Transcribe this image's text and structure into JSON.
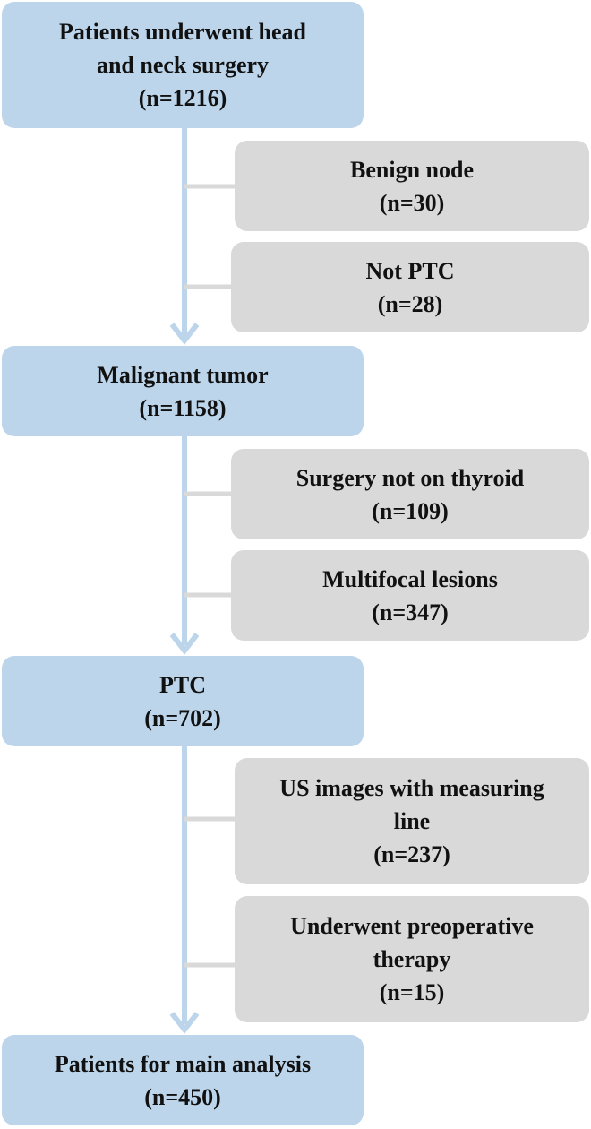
{
  "colors": {
    "main_box": "#bcd5eb",
    "exclusion_box": "#d9d9d9",
    "connector": "#bcd5eb",
    "text": "#111111"
  },
  "stages": [
    {
      "lines": [
        "Patients underwent head",
        "and neck surgery"
      ],
      "count": "(n=1216)"
    },
    {
      "lines": [
        "Malignant tumor"
      ],
      "count": "(n=1158)"
    },
    {
      "lines": [
        "PTC"
      ],
      "count": "(n=702)"
    },
    {
      "lines": [
        "Patients for main analysis"
      ],
      "count": "(n=450)"
    }
  ],
  "exclusions": [
    {
      "lines": [
        "Benign node"
      ],
      "count": "(n=30)"
    },
    {
      "lines": [
        "Not PTC"
      ],
      "count": "(n=28)"
    },
    {
      "lines": [
        "Surgery not on thyroid"
      ],
      "count": "(n=109)"
    },
    {
      "lines": [
        "Multifocal lesions"
      ],
      "count": "(n=347)"
    },
    {
      "lines": [
        "US images with measuring",
        "line"
      ],
      "count": "(n=237)"
    },
    {
      "lines": [
        "Underwent preoperative",
        "therapy"
      ],
      "count": "(n=15)"
    }
  ]
}
